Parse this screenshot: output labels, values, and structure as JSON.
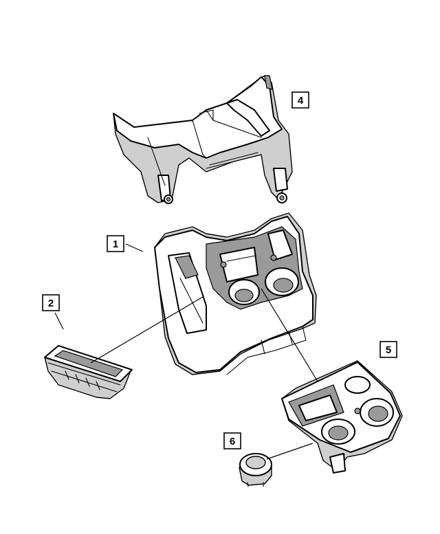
{
  "diagram": {
    "callouts": [
      {
        "id": "1",
        "text": "1"
      },
      {
        "id": "2",
        "text": "2"
      },
      {
        "id": "4",
        "text": "4"
      },
      {
        "id": "5",
        "text": "5"
      },
      {
        "id": "6",
        "text": "6"
      }
    ]
  }
}
